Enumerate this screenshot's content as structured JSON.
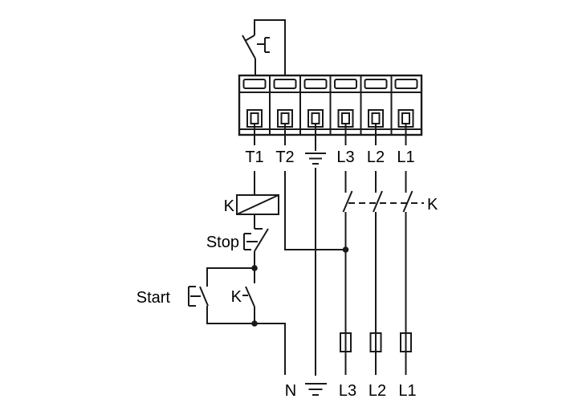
{
  "labels": {
    "terminal_t1": "T1",
    "terminal_t2": "T2",
    "terminal_l3": "L3",
    "terminal_l2": "L2",
    "terminal_l1": "L1",
    "contactor_coil": "K",
    "stop_button": "Stop",
    "start_button": "Start",
    "aux_contact": "K",
    "main_contact": "K",
    "neutral": "N",
    "supply_l3": "L3",
    "supply_l2": "L2",
    "supply_l1": "L1"
  },
  "icons": {
    "thermal_switch": "thermal-overload-switch-icon",
    "terminal_block": "terminal-block-icon",
    "earth_top": "earth-ground-icon",
    "earth_bottom": "earth-ground-icon",
    "coil": "contactor-coil-icon",
    "stop_contact": "nc-pushbutton-contact-icon",
    "start_contact": "no-pushbutton-contact-icon",
    "aux_contact": "no-contact-icon",
    "main_contacts": "three-pole-contact-icon",
    "mechanical_link": "dashed-mechanical-link-icon",
    "fuse": "fuse-icon",
    "junction": "junction-dot-icon"
  },
  "colors": {
    "line": "#1a1a1a",
    "text": "#000000",
    "background": "#ffffff"
  }
}
